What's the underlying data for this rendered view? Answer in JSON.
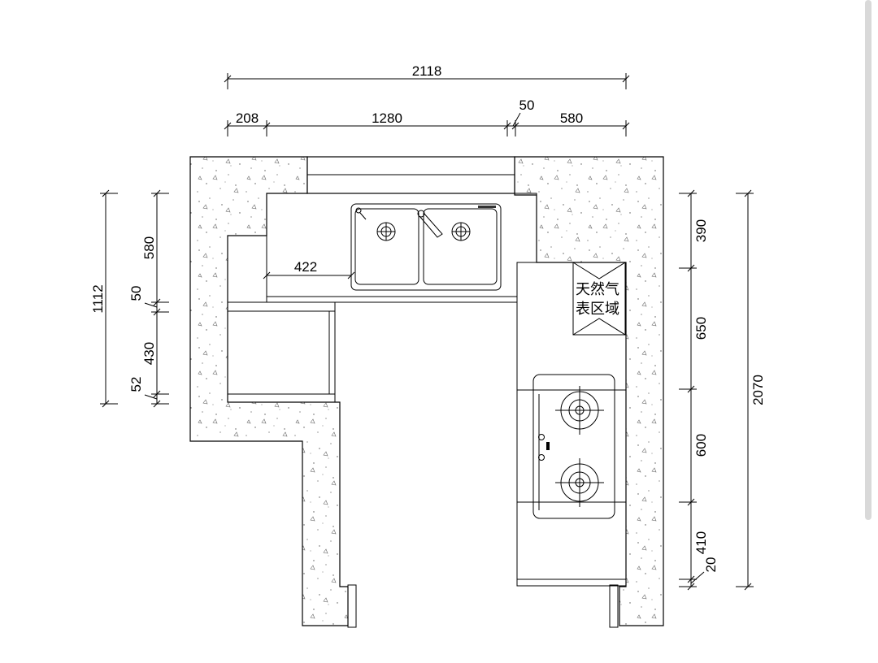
{
  "dimensions": {
    "top_total": "2118",
    "top_seg_left": "208",
    "top_seg_mid": "1280",
    "top_seg_gap": "50",
    "top_seg_right": "580",
    "left_total": "1112",
    "left_seg_1": "580",
    "left_seg_2": "50",
    "left_seg_3": "430",
    "left_seg_4": "52",
    "sink_offset": "422",
    "right_seg_1": "390",
    "right_seg_2": "650",
    "right_seg_3": "600",
    "right_seg_4": "410",
    "right_seg_5": "20",
    "right_total": "2070"
  },
  "zones": {
    "gas_meter_line1": "天然气",
    "gas_meter_line2": "表区域"
  },
  "colors": {
    "line": "#000000",
    "background": "#ffffff"
  }
}
